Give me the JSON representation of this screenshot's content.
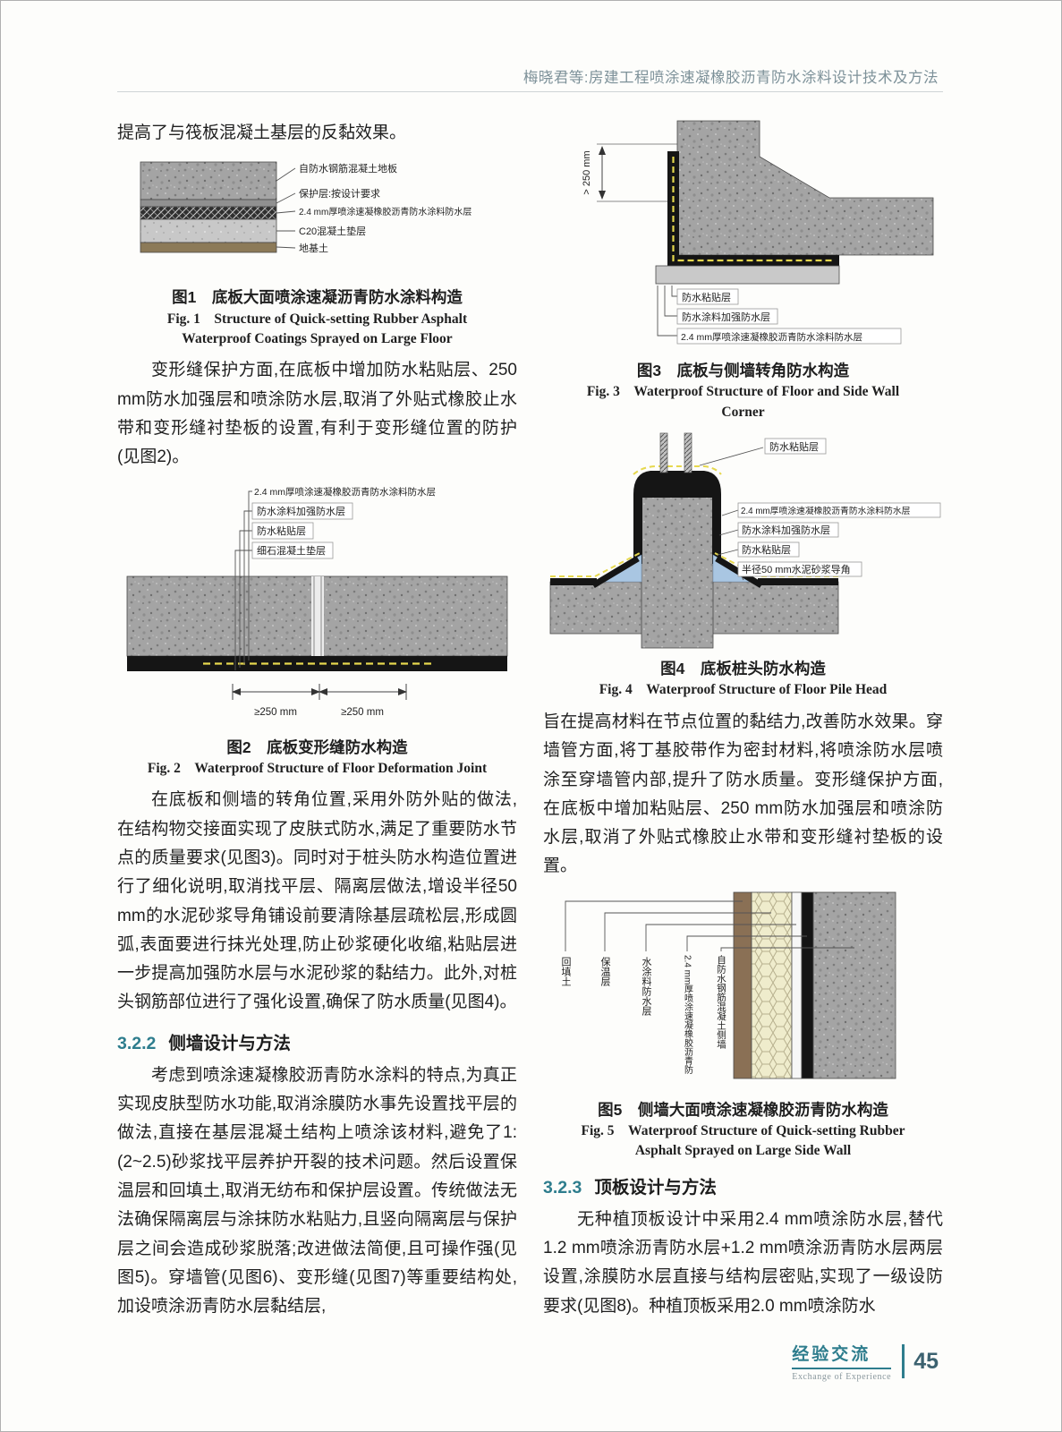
{
  "colors": {
    "accent_teal": "#2e7d8d",
    "membrane_black": "#151515",
    "reinforce_dash_yellow": "#e6d84e",
    "mortar_fillet_blue": "#a9c6e2"
  },
  "header": {
    "running_title": "梅晓君等:房建工程喷涂速凝橡胶沥青防水涂料设计技术及方法"
  },
  "left": {
    "para_intro": "提高了与筏板混凝土基层的反黏效果。",
    "fig1": {
      "label_floor": "自防水钢筋混凝土地板",
      "label_protection": "保护层:按设计要求",
      "label_membrane": "2.4 mm厚喷涂速凝橡胶沥青防水涂料防水层",
      "label_cushion": "C20混凝土垫层",
      "label_soil": "地基土",
      "caption_zh": "图1　底板大面喷涂速凝沥青防水涂料构造",
      "caption_en1": "Fig. 1　Structure of Quick-setting Rubber Asphalt",
      "caption_en2": "Waterproof Coatings Sprayed on Large Floor"
    },
    "para_deform": "变形缝保护方面,在底板中增加防水粘贴层、250 mm防水加强层和喷涂防水层,取消了外贴式橡胶止水带和变形缝衬垫板的设置,有利于变形缝位置的防护(见图2)。",
    "fig2": {
      "label_membrane": "2.4 mm厚喷涂速凝橡胶沥青防水涂料防水层",
      "label_reinforce": "防水涂料加强防水层",
      "label_bond": "防水粘贴层",
      "label_cushion": "细石混凝土垫层",
      "dim_left": "≥250 mm",
      "dim_right": "≥250 mm",
      "caption_zh": "图2　底板变形缝防水构造",
      "caption_en": "Fig. 2　Waterproof Structure of Floor Deformation Joint"
    },
    "para_corner": "在底板和侧墙的转角位置,采用外防外贴的做法,在结构物交接面实现了皮肤式防水,满足了重要防水节点的质量要求(见图3)。同时对于桩头防水构造位置进行了细化说明,取消找平层、隔离层做法,增设半径50 mm的水泥砂浆导角铺设前要清除基层疏松层,形成圆弧,表面要进行抹光处理,防止砂浆硬化收缩,粘贴层进一步提高加强防水层与水泥砂浆的黏结力。此外,对桩头钢筋部位进行了强化设置,确保了防水质量(见图4)。",
    "heading_322": {
      "num": "3.2.2",
      "title": "侧墙设计与方法"
    },
    "para_sidewall": "考虑到喷涂速凝橡胶沥青防水涂料的特点,为真正实现皮肤型防水功能,取消涂膜防水事先设置找平层的做法,直接在基层混凝土结构上喷涂该材料,避免了1: (2~2.5)砂浆找平层养护开裂的技术问题。然后设置保温层和回填土,取消无纺布和保护层设置。传统做法无法确保隔离层与涂抹防水粘贴力,且竖向隔离层与保护层之间会造成砂浆脱落;改进做法简便,且可操作强(见图5)。穿墙管(见图6)、变形缝(见图7)等重要结构处,加设喷涂沥青防水层黏结层,"
  },
  "right": {
    "fig3": {
      "dim": "> 250 mm",
      "label_bond": "防水粘贴层",
      "label_reinforce": "防水涂料加强防水层",
      "label_membrane": "2.4 mm厚喷涂速凝橡胶沥青防水涂料防水层",
      "caption_zh": "图3　底板与侧墙转角防水构造",
      "caption_en1": "Fig. 3　Waterproof Structure of Floor and Side Wall",
      "caption_en2": "Corner"
    },
    "fig4": {
      "label_bond_top": "防水粘贴层",
      "label_membrane": "2.4 mm厚喷涂速凝橡胶沥青防水涂料防水层",
      "label_reinforce": "防水涂料加强防水层",
      "label_bond": "防水粘贴层",
      "label_fillet": "半径50 mm水泥砂浆导角",
      "caption_zh": "图4　底板桩头防水构造",
      "caption_en": "Fig. 4　Waterproof Structure of Floor Pile Head"
    },
    "para_node": "旨在提高材料在节点位置的黏结力,改善防水效果。穿墙管方面,将丁基胶带作为密封材料,将喷涂防水层喷涂至穿墙管内部,提升了防水质量。变形缝保护方面,在底板中增加粘贴层、250 mm防水加强层和喷涂防水层,取消了外贴式橡胶止水带和变形缝衬垫板的设置。",
    "fig5": {
      "label_backfill": "回填土",
      "label_insulation": "保温层",
      "label_membrane2": "水涂料防水层",
      "label_membrane1": "2.4 mm厚喷涂速凝橡胶沥青防",
      "label_wall": "自防水钢筋混凝土侧墙",
      "caption_zh": "图5　侧墙大面喷涂速凝橡胶沥青防水构造",
      "caption_en1": "Fig. 5　Waterproof Structure of Quick-setting Rubber",
      "caption_en2": "Asphalt Sprayed on Large Side Wall"
    },
    "heading_323": {
      "num": "3.2.3",
      "title": "顶板设计与方法"
    },
    "para_roof": "无种植顶板设计中采用2.4 mm喷涂防水层,替代1.2 mm喷涂沥青防水层+1.2 mm喷涂沥青防水层两层设置,涂膜防水层直接与结构层密贴,实现了一级设防要求(见图8)。种植顶板采用2.0 mm喷涂防水"
  },
  "footer": {
    "section_zh": "经验交流",
    "section_en": "Exchange of Experience",
    "page_number": "45"
  }
}
